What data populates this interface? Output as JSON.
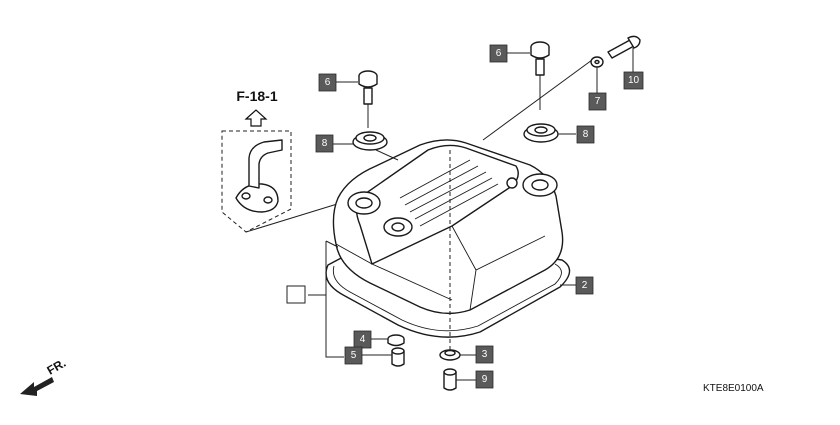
{
  "diagram": {
    "reference": "F-18-1",
    "direction": "FR.",
    "code": "KTE8E0100A",
    "callouts": [
      "6",
      "8",
      "6",
      "7",
      "10",
      "8",
      "2",
      "4",
      "5",
      "3",
      "9",
      ""
    ]
  }
}
